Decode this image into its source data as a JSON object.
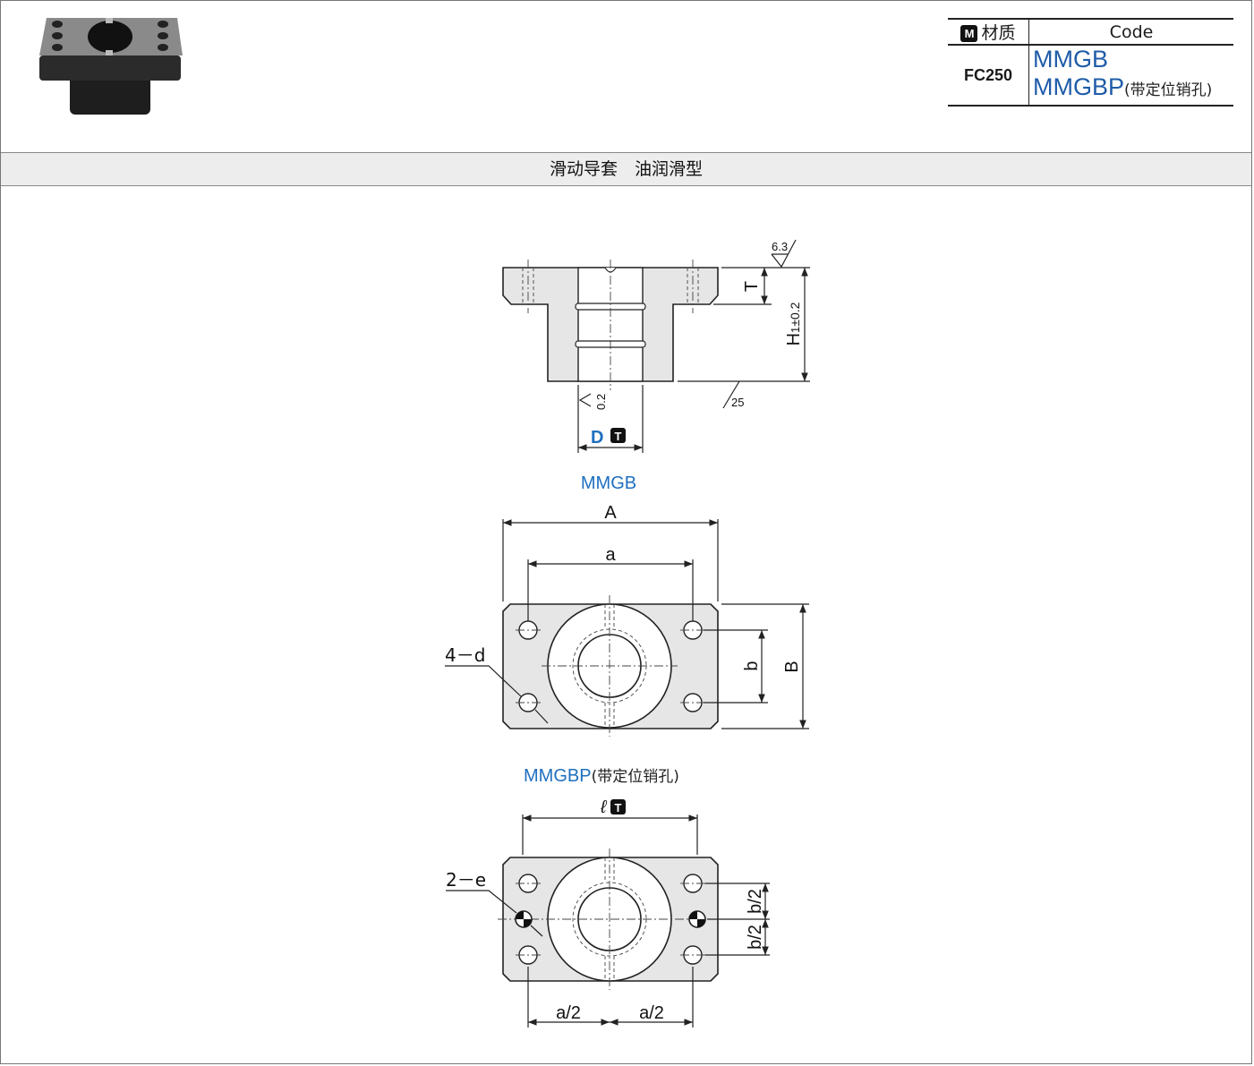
{
  "spec_table": {
    "material_badge": "M",
    "material_header": "材质",
    "code_header": "Code",
    "material_value": "FC250",
    "codes": [
      "MMGB",
      "MMGBP"
    ],
    "codes_note": "(带定位销孔)"
  },
  "section_title": "滑动导套　油润滑型",
  "side_view": {
    "roughness_top": "6.3",
    "roughness_bottom": "25",
    "roughness_bore": "0.2",
    "dim_t": "T",
    "dim_h1": "H",
    "dim_h1_sub": "1",
    "dim_h1_tol": "±0.2",
    "dim_d": "D",
    "t_badge": "T"
  },
  "view_mmgb": {
    "title": "MMGB",
    "dim_A": "A",
    "dim_a": "a",
    "dim_b": "b",
    "dim_B": "B",
    "hole_label": "4－d"
  },
  "view_mmgbp": {
    "title": "MMGBP",
    "title_note": "(带定位销孔)",
    "dim_l": "ℓ",
    "t_badge": "T",
    "pin_label": "2－e",
    "dim_b_half_upper": "b/2",
    "dim_b_half_lower": "b/2",
    "dim_a_half_left": "a/2",
    "dim_a_half_right": "a/2"
  },
  "colors": {
    "accent_blue": "#1f6fbf",
    "code_blue": "#1f5ca8",
    "part_fill": "#e6e6e6"
  }
}
